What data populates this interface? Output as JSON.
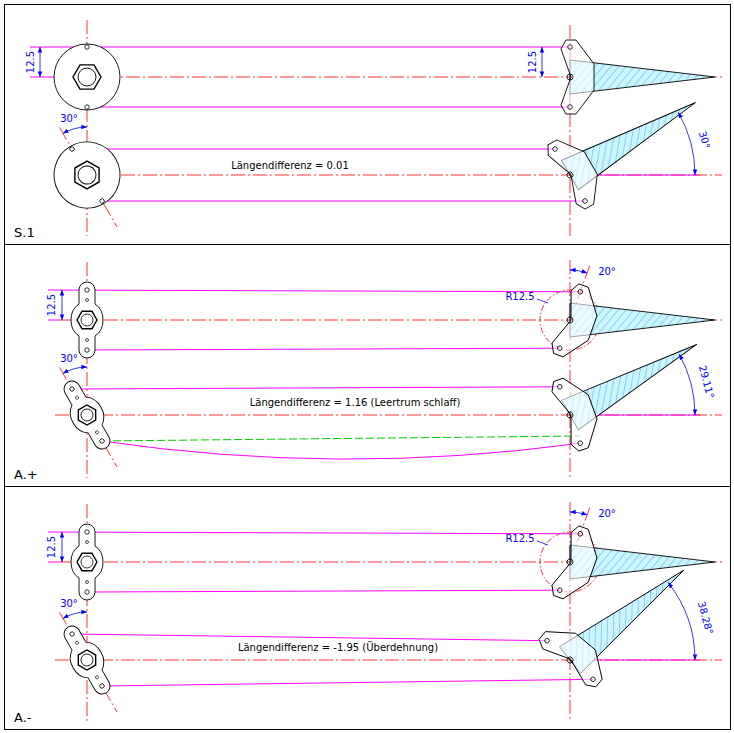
{
  "diagram": {
    "nodes": [
      {
        "text": [
          "S.1"
        ]
      },
      {
        "text": [
          "A.+"
        ]
      },
      {
        "text": [
          "A.-"
        ]
      }
    ],
    "labels": [
      "12.5",
      "12.5",
      "30°",
      "Längendifferenz = 0.01",
      "30°",
      "12.5",
      "20°",
      "R12.5",
      "30°",
      "Längendifferenz = 1.16 (Leertrum schlaff)",
      "29.11°",
      "12.5",
      "20°",
      "R12.5",
      "30°",
      "Längendifferenz = -1.95 (Überdehnung)",
      "38.28°"
    ]
  }
}
